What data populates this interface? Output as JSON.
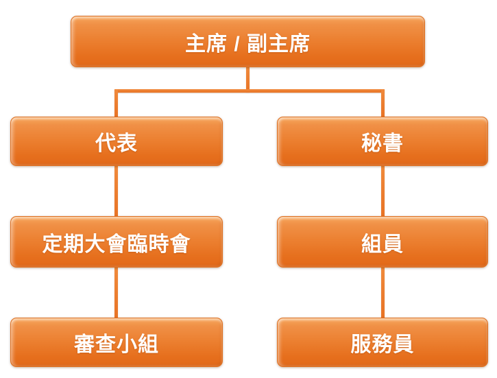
{
  "chart": {
    "type": "org-chart",
    "title": "",
    "colors": {
      "box_gradient_top": "#F7A75C",
      "box_gradient_bottom": "#E2691A",
      "box_border": "#DE6F1F",
      "connector": "#ED7D31",
      "text": "#FFFFFF",
      "background": "#FFFFFF"
    },
    "nodes": [
      {
        "id": "chairman",
        "label": "主席 / 副主席",
        "parent": null
      },
      {
        "id": "representative",
        "label": "代表",
        "parent": "chairman"
      },
      {
        "id": "secretary",
        "label": "秘書",
        "parent": "chairman"
      },
      {
        "id": "general-meeting",
        "label": "定期大會臨時會",
        "parent": "representative"
      },
      {
        "id": "group-member",
        "label": "組員",
        "parent": "secretary"
      },
      {
        "id": "review-panel",
        "label": "審查小組",
        "parent": "general-meeting"
      },
      {
        "id": "attendant",
        "label": "服務員",
        "parent": "group-member"
      }
    ]
  }
}
